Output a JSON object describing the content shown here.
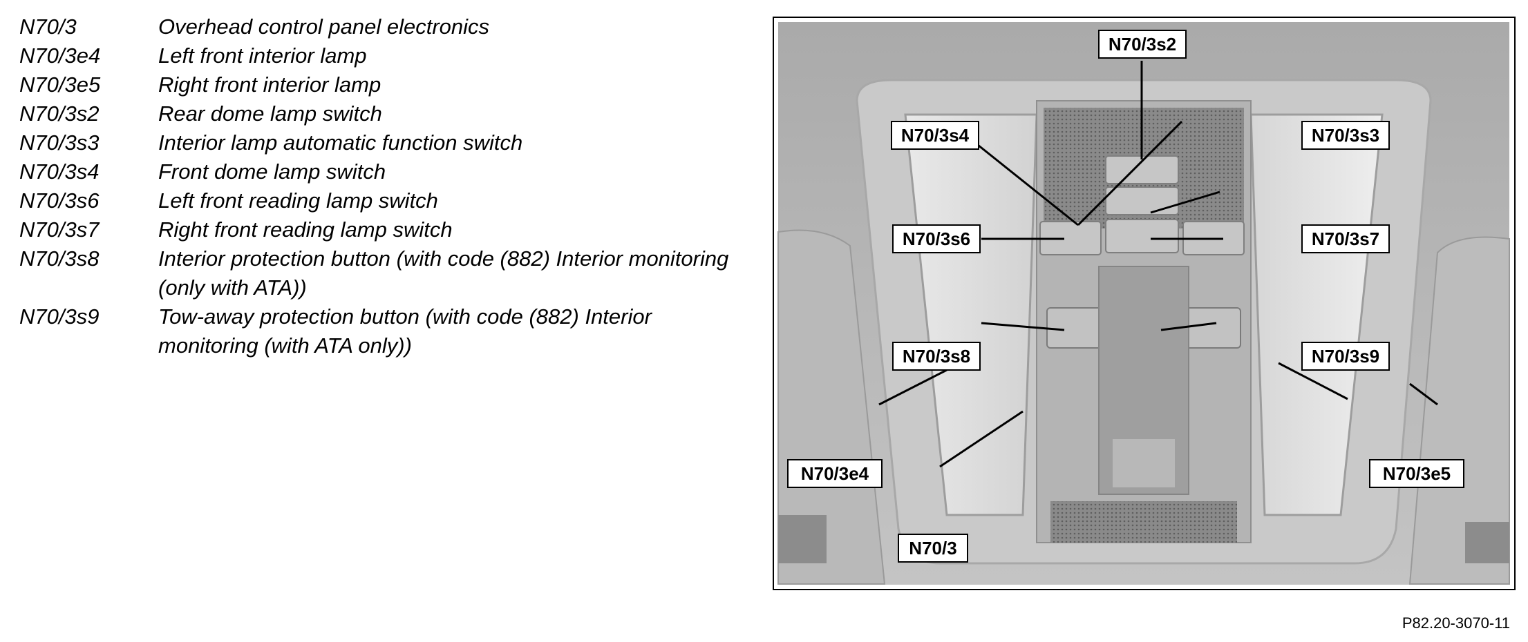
{
  "legend": [
    {
      "code": "N70/3",
      "desc": "Overhead control panel electronics"
    },
    {
      "code": "N70/3e4",
      "desc": "Left front interior lamp"
    },
    {
      "code": "N70/3e5",
      "desc": "Right front interior lamp"
    },
    {
      "code": "N70/3s2",
      "desc": "Rear dome lamp switch"
    },
    {
      "code": "N70/3s3",
      "desc": "Interior lamp automatic function switch"
    },
    {
      "code": "N70/3s4",
      "desc": "Front dome lamp switch"
    },
    {
      "code": "N70/3s6",
      "desc": "Left front reading lamp switch"
    },
    {
      "code": "N70/3s7",
      "desc": "Right front reading lamp switch"
    },
    {
      "code": "N70/3s8",
      "desc": "Interior protection button (with code (882) Interior monitoring (only with ATA))"
    },
    {
      "code": "N70/3s9",
      "desc": "Tow-away protection button (with code (882) Interior monitoring (with ATA only))"
    }
  ],
  "callouts": {
    "s2": "N70/3s2",
    "s4": "N70/3s4",
    "s3": "N70/3s3",
    "s6": "N70/3s6",
    "s7": "N70/3s7",
    "s8": "N70/3s8",
    "s9": "N70/3s9",
    "e4": "N70/3e4",
    "e5": "N70/3e5",
    "main": "N70/3"
  },
  "reference": "P82.20-3070-11"
}
